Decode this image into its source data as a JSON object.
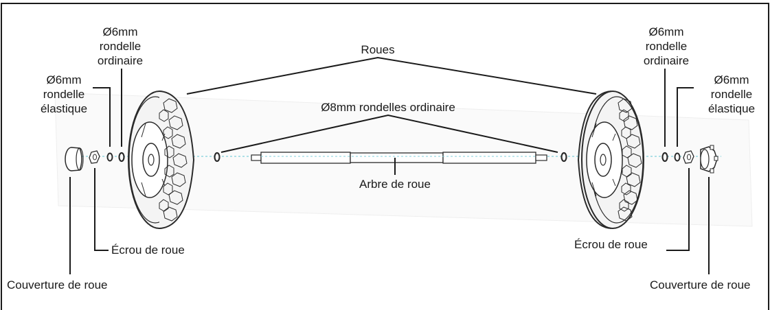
{
  "labels": {
    "washer6_plain_left": [
      "Ø6mm",
      "rondelle",
      "ordinaire"
    ],
    "washer6_spring_left": [
      "Ø6mm",
      "rondelle",
      "élastique"
    ],
    "washer6_plain_right": [
      "Ø6mm",
      "rondelle",
      "ordinaire"
    ],
    "washer6_spring_right": [
      "Ø6mm",
      "rondelle",
      "élastique"
    ],
    "wheels": "Roues",
    "washers8": "Ø8mm rondelles ordinaire",
    "axle": "Arbre de roue",
    "nut_left": "Écrou de roue",
    "nut_right": "Écrou de roue",
    "cover_left": "Couverture de roue",
    "cover_right": "Couverture de roue"
  },
  "colors": {
    "line": "#1a1a1a",
    "part": "#2a2a2a",
    "axis": "#7fd0dc",
    "tire_fill": "#f4f4f4"
  }
}
